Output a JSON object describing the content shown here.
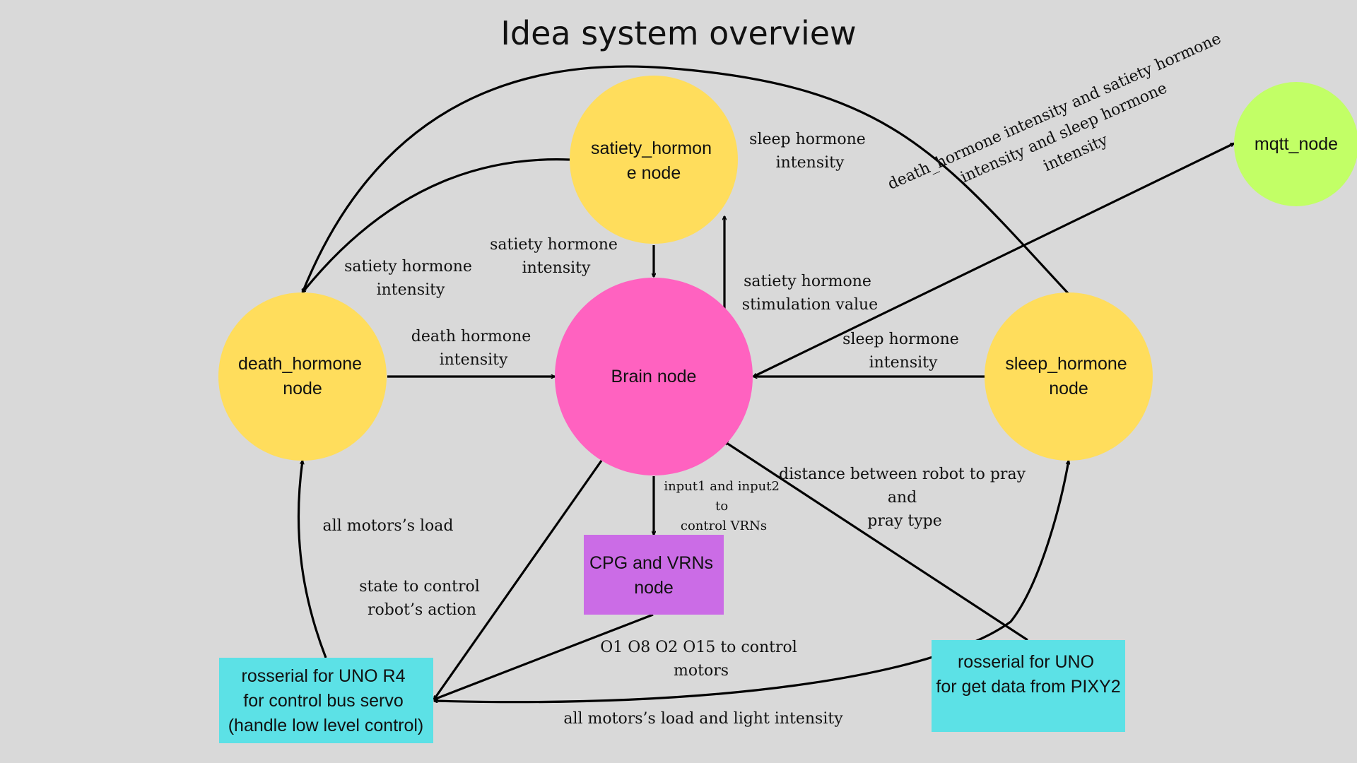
{
  "title": "Idea system overview",
  "colors": {
    "background": "#d9d9d9",
    "hormone_node": "#ffdd5c",
    "brain_node": "#ff62c0",
    "mqtt_node": "#c2ff66",
    "cpg_box": "#cb6ce6",
    "rosserial_box": "#5ce1e6"
  },
  "nodes": {
    "satiety": [
      "satiety_hormon",
      "e node"
    ],
    "death": [
      "death_hormone",
      "node"
    ],
    "brain": [
      "Brain node"
    ],
    "sleep": [
      "sleep_hormone",
      "node"
    ],
    "mqtt": [
      "mqtt_node"
    ],
    "cpg": [
      "CPG and VRNs",
      "node"
    ],
    "rosserial_r4": [
      "rosserial for UNO R4",
      "for control bus servo",
      "(handle low level control)"
    ],
    "rosserial_pixy": [
      "rosserial for UNO",
      "for get data from PIXY2"
    ]
  },
  "edge_labels": {
    "sleep_to_satiety": [
      "sleep hormone",
      "intensity"
    ],
    "satiety_to_death": [
      "satiety hormone",
      "intensity"
    ],
    "satiety_to_brain": [
      "satiety hormone",
      "intensity"
    ],
    "brain_to_satiety": [
      "satiety hormone",
      "stimulation value"
    ],
    "death_to_brain": [
      "death hormone",
      "intensity"
    ],
    "sleep_to_brain": [
      "sleep hormone",
      "intensity"
    ],
    "to_mqtt": [
      "death_hormone intensity and satiety hormone",
      "intensity and sleep hormone",
      "intensity"
    ],
    "brain_to_cpg": [
      "input1 and input2",
      "to",
      "control VRNs"
    ],
    "pixy_to_brain": [
      "distance between robot to pray",
      "and",
      "pray type"
    ],
    "r4_to_death": [
      "all motors’s load"
    ],
    "brain_to_r4": [
      "state to control",
      "robot’s action"
    ],
    "cpg_to_r4": [
      "O1 O8 O2 O15 to control",
      "motors"
    ],
    "r4_to_sleep": [
      "all motors’s load and light intensity"
    ]
  }
}
